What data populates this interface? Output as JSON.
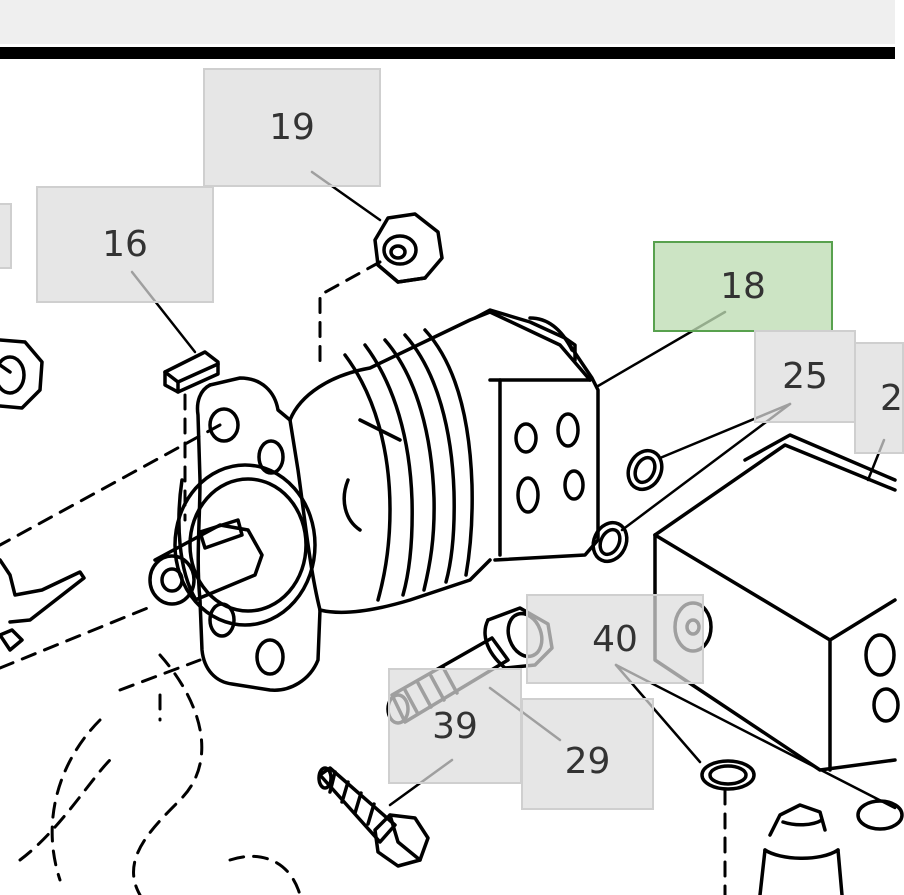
{
  "diagram": {
    "callouts": [
      {
        "id": "19",
        "label": "19",
        "selected": false
      },
      {
        "id": "16",
        "label": "16",
        "selected": false
      },
      {
        "id": "18",
        "label": "18",
        "selected": true
      },
      {
        "id": "25",
        "label": "25",
        "selected": false
      },
      {
        "id": "2x",
        "label": "2",
        "selected": false
      },
      {
        "id": "40",
        "label": "40",
        "selected": false
      },
      {
        "id": "39",
        "label": "39",
        "selected": false
      },
      {
        "id": "29",
        "label": "29",
        "selected": false
      }
    ]
  },
  "colors": {
    "callout_fill": "#dcdcdc",
    "callout_border": "#cfcfcf",
    "selected_fill": "#bedcb4",
    "selected_border": "#58a14e",
    "line": "#000000",
    "header_bar": "#efefef"
  }
}
